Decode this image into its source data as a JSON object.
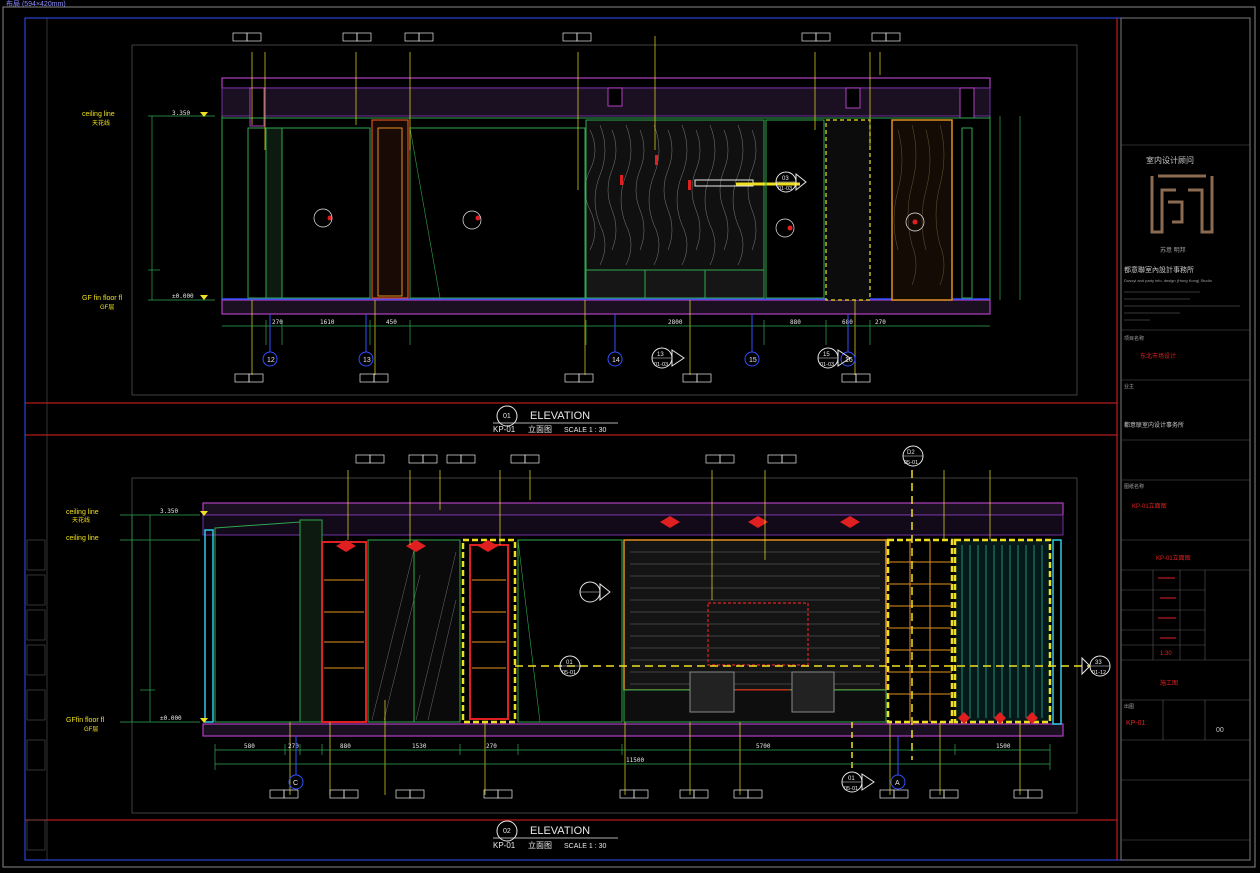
{
  "tab_label": "布局 (594×420mm)",
  "colors": {
    "bg": "#000000",
    "frame": "#c8c8c8",
    "magenta": "#b040c0",
    "ceiling_purple": "#7030a0",
    "green": "#2fa84f",
    "yellow": "#f0e020",
    "red": "#e02020",
    "cyan": "#30c8e8",
    "orange": "#e09020",
    "blue": "#3050ff",
    "white": "#e8e8e8",
    "teal": "#20a8a0"
  },
  "elevation_1": {
    "title": "ELEVATION",
    "number": "01",
    "code": "KP-01",
    "name_cn": "立面图",
    "scale": "SCALE 1 : 30",
    "ceiling_line": "ceiling line",
    "ceiling_line_cn": "天花线",
    "floor_line": "GF fin floor fl",
    "floor_line_cn": "GF层",
    "level_top": "3.350",
    "level_bottom": "±0.000",
    "dims": [
      "270",
      "1610",
      "450",
      "2800",
      "880",
      "680",
      "270"
    ],
    "axis_tags": [
      "12",
      "13",
      "14",
      "15",
      "16"
    ],
    "section_tags": [
      {
        "top": "13",
        "bottom": "01-03"
      },
      {
        "top": "03",
        "bottom": "01-03"
      },
      {
        "top": "15",
        "bottom": "01-03"
      }
    ]
  },
  "elevation_2": {
    "title": "ELEVATION",
    "number": "02",
    "code": "KP-01",
    "name_cn": "立面图",
    "scale": "SCALE 1 : 30",
    "ceiling_line": "ceiling line",
    "ceiling_line_cn": "天花线",
    "floor_line": "GFfin floor fl",
    "floor_line_cn": "GF层",
    "level_top": "3.350",
    "level_bottom": "±0.000",
    "dims": [
      "580",
      "270",
      "880",
      "1530",
      "270",
      "5700",
      "1500"
    ],
    "total_dim": "11500",
    "axis_tags": [
      "C",
      "A"
    ],
    "section_tags": [
      {
        "top": "D2",
        "bottom": "05-01"
      },
      {
        "top": "01",
        "bottom": "05-01"
      },
      {
        "top": "33",
        "bottom": "01-12"
      },
      {
        "top": "01",
        "bottom": "05-01"
      }
    ]
  },
  "titleblock": {
    "company_label": "室内设计顾问",
    "company_sub": "苏意 明邦",
    "company_cn": "都意聯室內設計事務所",
    "company_en": "Dusoyi and party info. design (Hong Kong) Studio",
    "project_label": "项目名称",
    "project_name": "东北市场设计",
    "client_label": "业主",
    "client_name": "都意联室内设计事务所",
    "drawing_label": "图纸名称",
    "drawing_name_cn": "KP-01立面图",
    "scale_value": "1:30",
    "drawn_label": "出图",
    "drawing_no": "KP-01",
    "revision": "00",
    "status": "施工图"
  }
}
